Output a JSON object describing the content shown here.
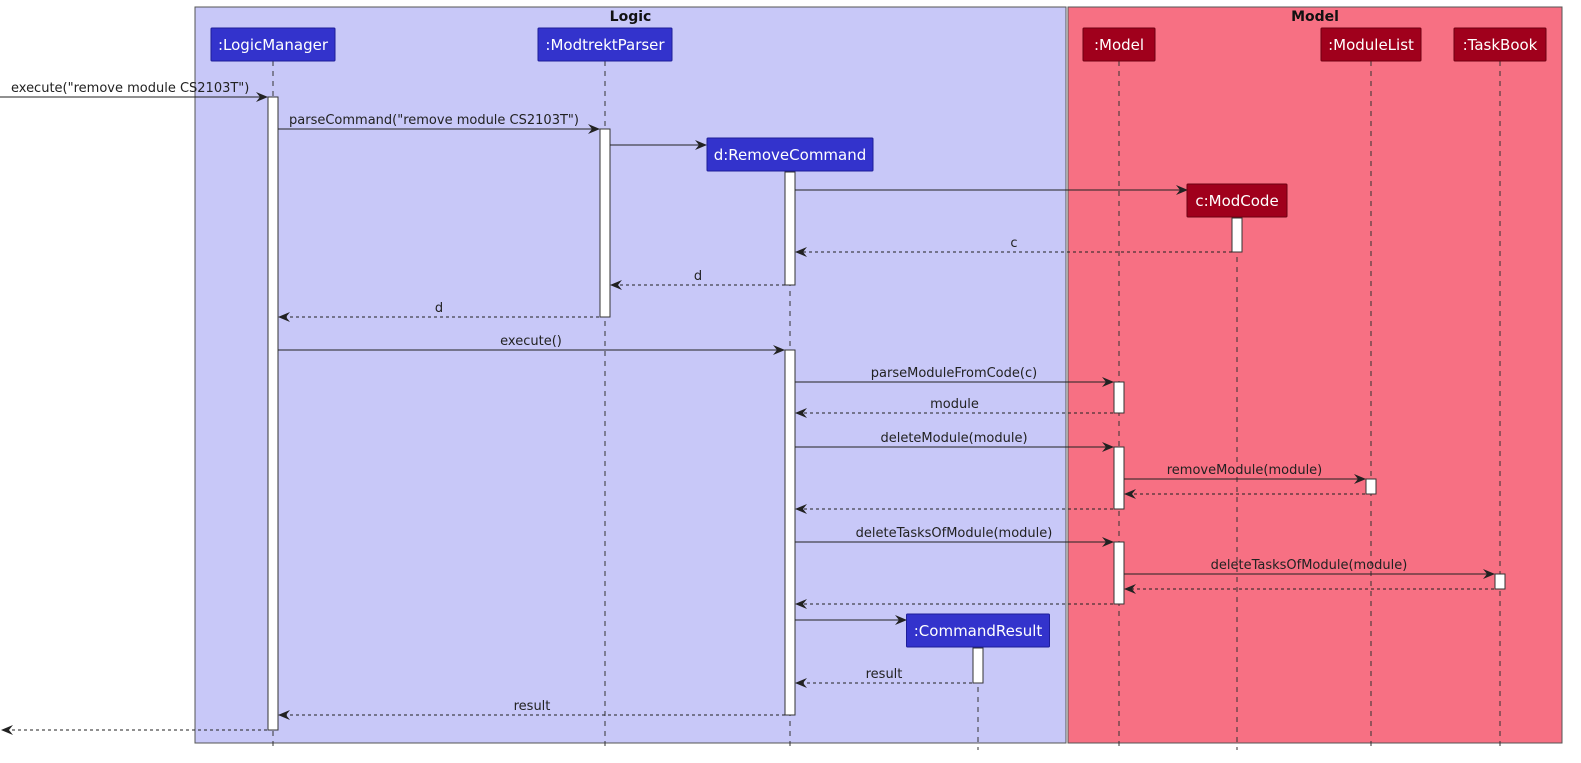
{
  "groups": [
    {
      "id": "logic",
      "title": "Logic",
      "color": "#c8c8f8"
    },
    {
      "id": "model",
      "title": "Model",
      "color": "#f77083"
    }
  ],
  "participants": [
    {
      "id": "lm",
      "label": ":LogicManager",
      "color": "#3333cc"
    },
    {
      "id": "mp",
      "label": ":ModtrektParser",
      "color": "#3333cc"
    },
    {
      "id": "rc",
      "label": "d:RemoveCommand",
      "color": "#3333cc"
    },
    {
      "id": "cr",
      "label": ":CommandResult",
      "color": "#3333cc"
    },
    {
      "id": "m",
      "label": ":Model",
      "color": "#a0001c"
    },
    {
      "id": "mc",
      "label": "c:ModCode",
      "color": "#a0001c"
    },
    {
      "id": "ml",
      "label": ":ModuleList",
      "color": "#a0001c"
    },
    {
      "id": "tb",
      "label": ":TaskBook",
      "color": "#a0001c"
    }
  ],
  "messages": [
    {
      "label": "execute(\"remove module CS2103T\")",
      "style": "call"
    },
    {
      "label": "parseCommand(\"remove module CS2103T\")",
      "style": "call"
    },
    {
      "label": "",
      "style": "create"
    },
    {
      "label": "",
      "style": "create"
    },
    {
      "label": "c",
      "style": "return"
    },
    {
      "label": "d",
      "style": "return"
    },
    {
      "label": "d",
      "style": "return"
    },
    {
      "label": "execute()",
      "style": "call"
    },
    {
      "label": "parseModuleFromCode(c)",
      "style": "call"
    },
    {
      "label": "module",
      "style": "return"
    },
    {
      "label": "deleteModule(module)",
      "style": "call"
    },
    {
      "label": "removeModule(module)",
      "style": "call"
    },
    {
      "label": "",
      "style": "return"
    },
    {
      "label": "",
      "style": "return"
    },
    {
      "label": "deleteTasksOfModule(module)",
      "style": "call"
    },
    {
      "label": "deleteTasksOfModule(module)",
      "style": "call"
    },
    {
      "label": "",
      "style": "return"
    },
    {
      "label": "",
      "style": "return"
    },
    {
      "label": "",
      "style": "create"
    },
    {
      "label": "result",
      "style": "return"
    },
    {
      "label": "result",
      "style": "return"
    },
    {
      "label": "",
      "style": "return"
    }
  ]
}
